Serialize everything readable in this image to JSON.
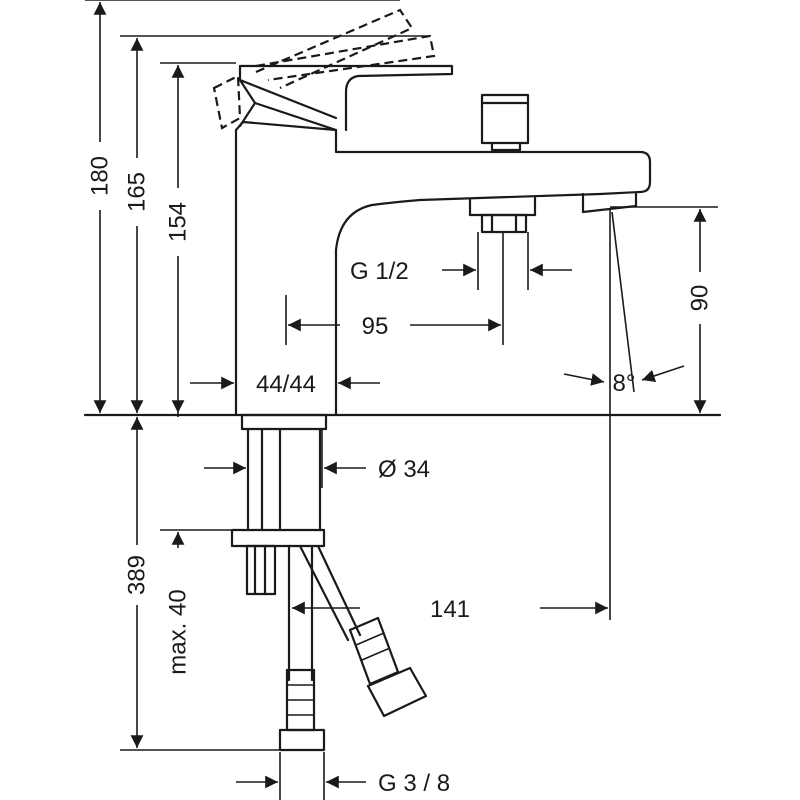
{
  "dimensions": {
    "total_height": "180",
    "lever_height": "165",
    "body_height": "154",
    "outlet_height": "90",
    "connection_thread": "G 1/2",
    "spacing": "95",
    "base_size": "44/44",
    "outlet_angle": "8°",
    "shank_diameter": "Ø 34",
    "projection": "141",
    "hose_length": "389",
    "max_thickness": "max. 40",
    "hose_thread": "G 3 / 8"
  }
}
